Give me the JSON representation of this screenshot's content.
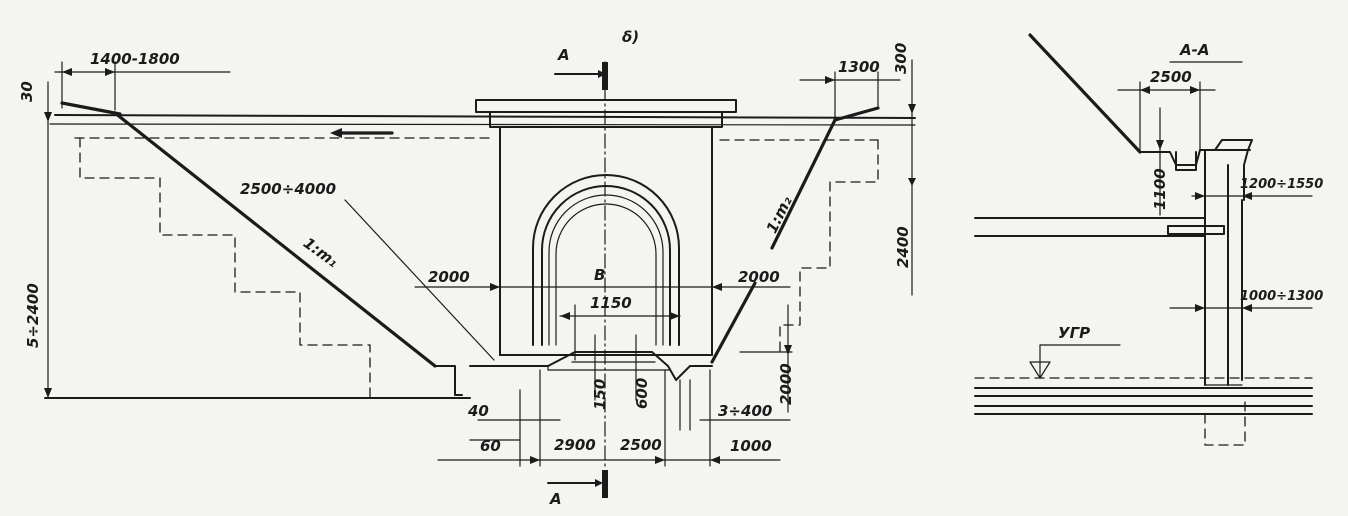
{
  "figure": {
    "number": "δ)",
    "section_marker_top": "A",
    "section_marker_bottom": "A",
    "section_title": "A-A"
  },
  "dims_main": {
    "top_left_offset": "1400-1800",
    "left_top_30": "30",
    "top_right_1300": "1300",
    "top_right_300": "300",
    "slope_len": "2500÷4000",
    "slope_left": "1:m₁",
    "slope_right": "1:m₂",
    "height_left": "5÷2400",
    "right_2400": "2400",
    "inner_left_2000": "2000",
    "inner_right_2000": "2000",
    "width_B": "B",
    "w1150": "1150",
    "h150": "150",
    "h600": "600",
    "right_h2000": "2000",
    "d40": "40",
    "d60": "60",
    "d2900": "2900",
    "d2500": "2500",
    "d3_400": "3÷400",
    "d1000": "1000"
  },
  "dims_section": {
    "w2500": "2500",
    "h1100": "1100",
    "w1200_1550": "1200÷1550",
    "w1000_1300": "1000÷1300",
    "ugr": "УГР"
  }
}
